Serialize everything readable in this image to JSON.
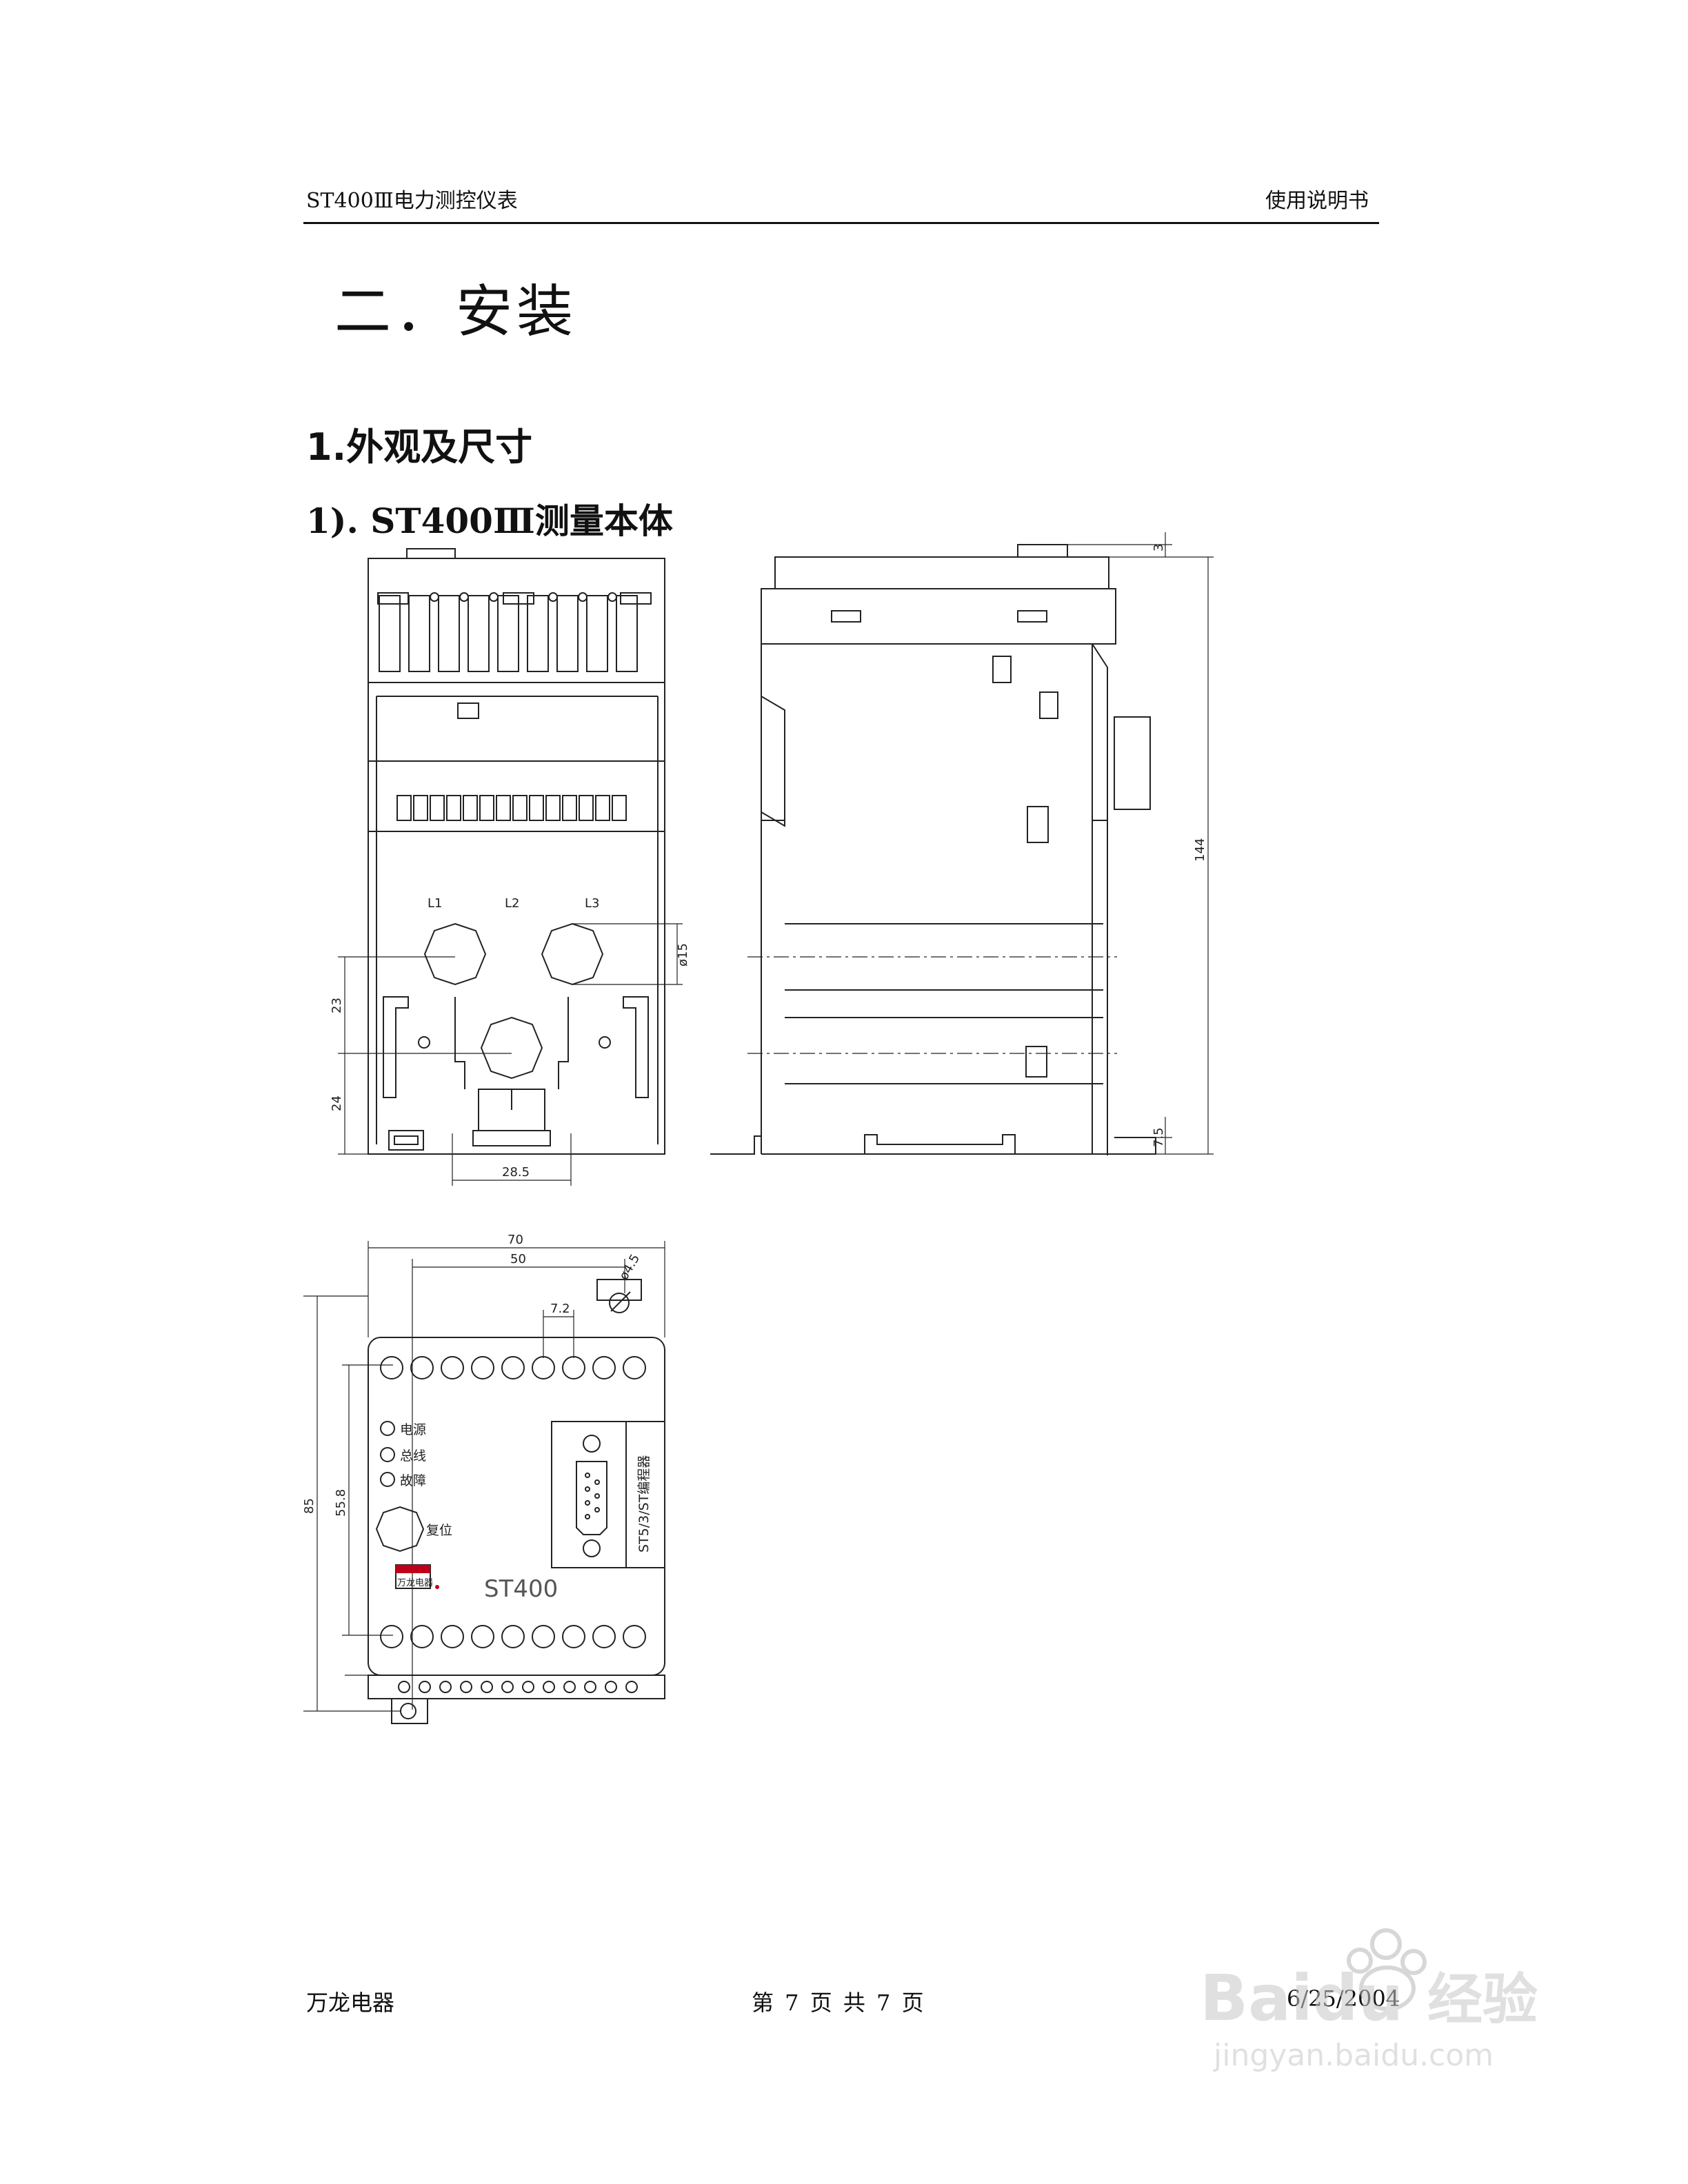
{
  "header": {
    "left": "ST400Ⅲ电力测控仪表",
    "right": "使用说明书"
  },
  "chapter_title": "二．安装",
  "section_title": "1.外观及尺寸",
  "subsection_title": "1). ST400Ⅲ测量本体",
  "front_view": {
    "phase_labels": [
      "L1",
      "L2",
      "L3"
    ],
    "dimensions": {
      "hole": "ø15",
      "pitch_23": "23",
      "pitch_24": "24",
      "width_28_5": "28.5"
    }
  },
  "side_view": {
    "dimensions": {
      "height": "144",
      "top": "3",
      "bottom": "7.5"
    }
  },
  "top_view": {
    "dimensions": {
      "w70": "70",
      "w50": "50",
      "pitch": "7.2",
      "hole": "ø4.5",
      "h85": "85",
      "h55_8": "55.8"
    },
    "indicators": [
      "电源",
      "总线",
      "故障"
    ],
    "reset_label": "复位",
    "port_label": "ST5/3/ST编程器",
    "brand_label": "万龙电器",
    "model_label": "ST400"
  },
  "footer": {
    "left": "万龙电器",
    "center": "第 7 页 共 7 页",
    "right": "6/25/2004"
  },
  "watermark": {
    "brand": "Baidu",
    "brand_cn": "经验",
    "url": "jingyan.baidu.com"
  }
}
